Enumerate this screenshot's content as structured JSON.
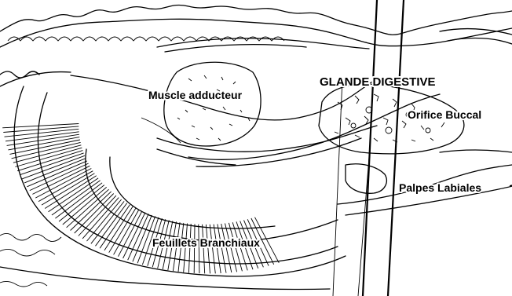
{
  "labels": {
    "muscle": "Muscle adducteur",
    "gland": "GLANDE DIGESTIVE",
    "mouth": "Orifice Buccal",
    "palps": "Palpes Labiales",
    "gills": "Feuillets Branchiaux"
  },
  "colors": {
    "ink": "#000000",
    "paper": "#ffffff"
  }
}
